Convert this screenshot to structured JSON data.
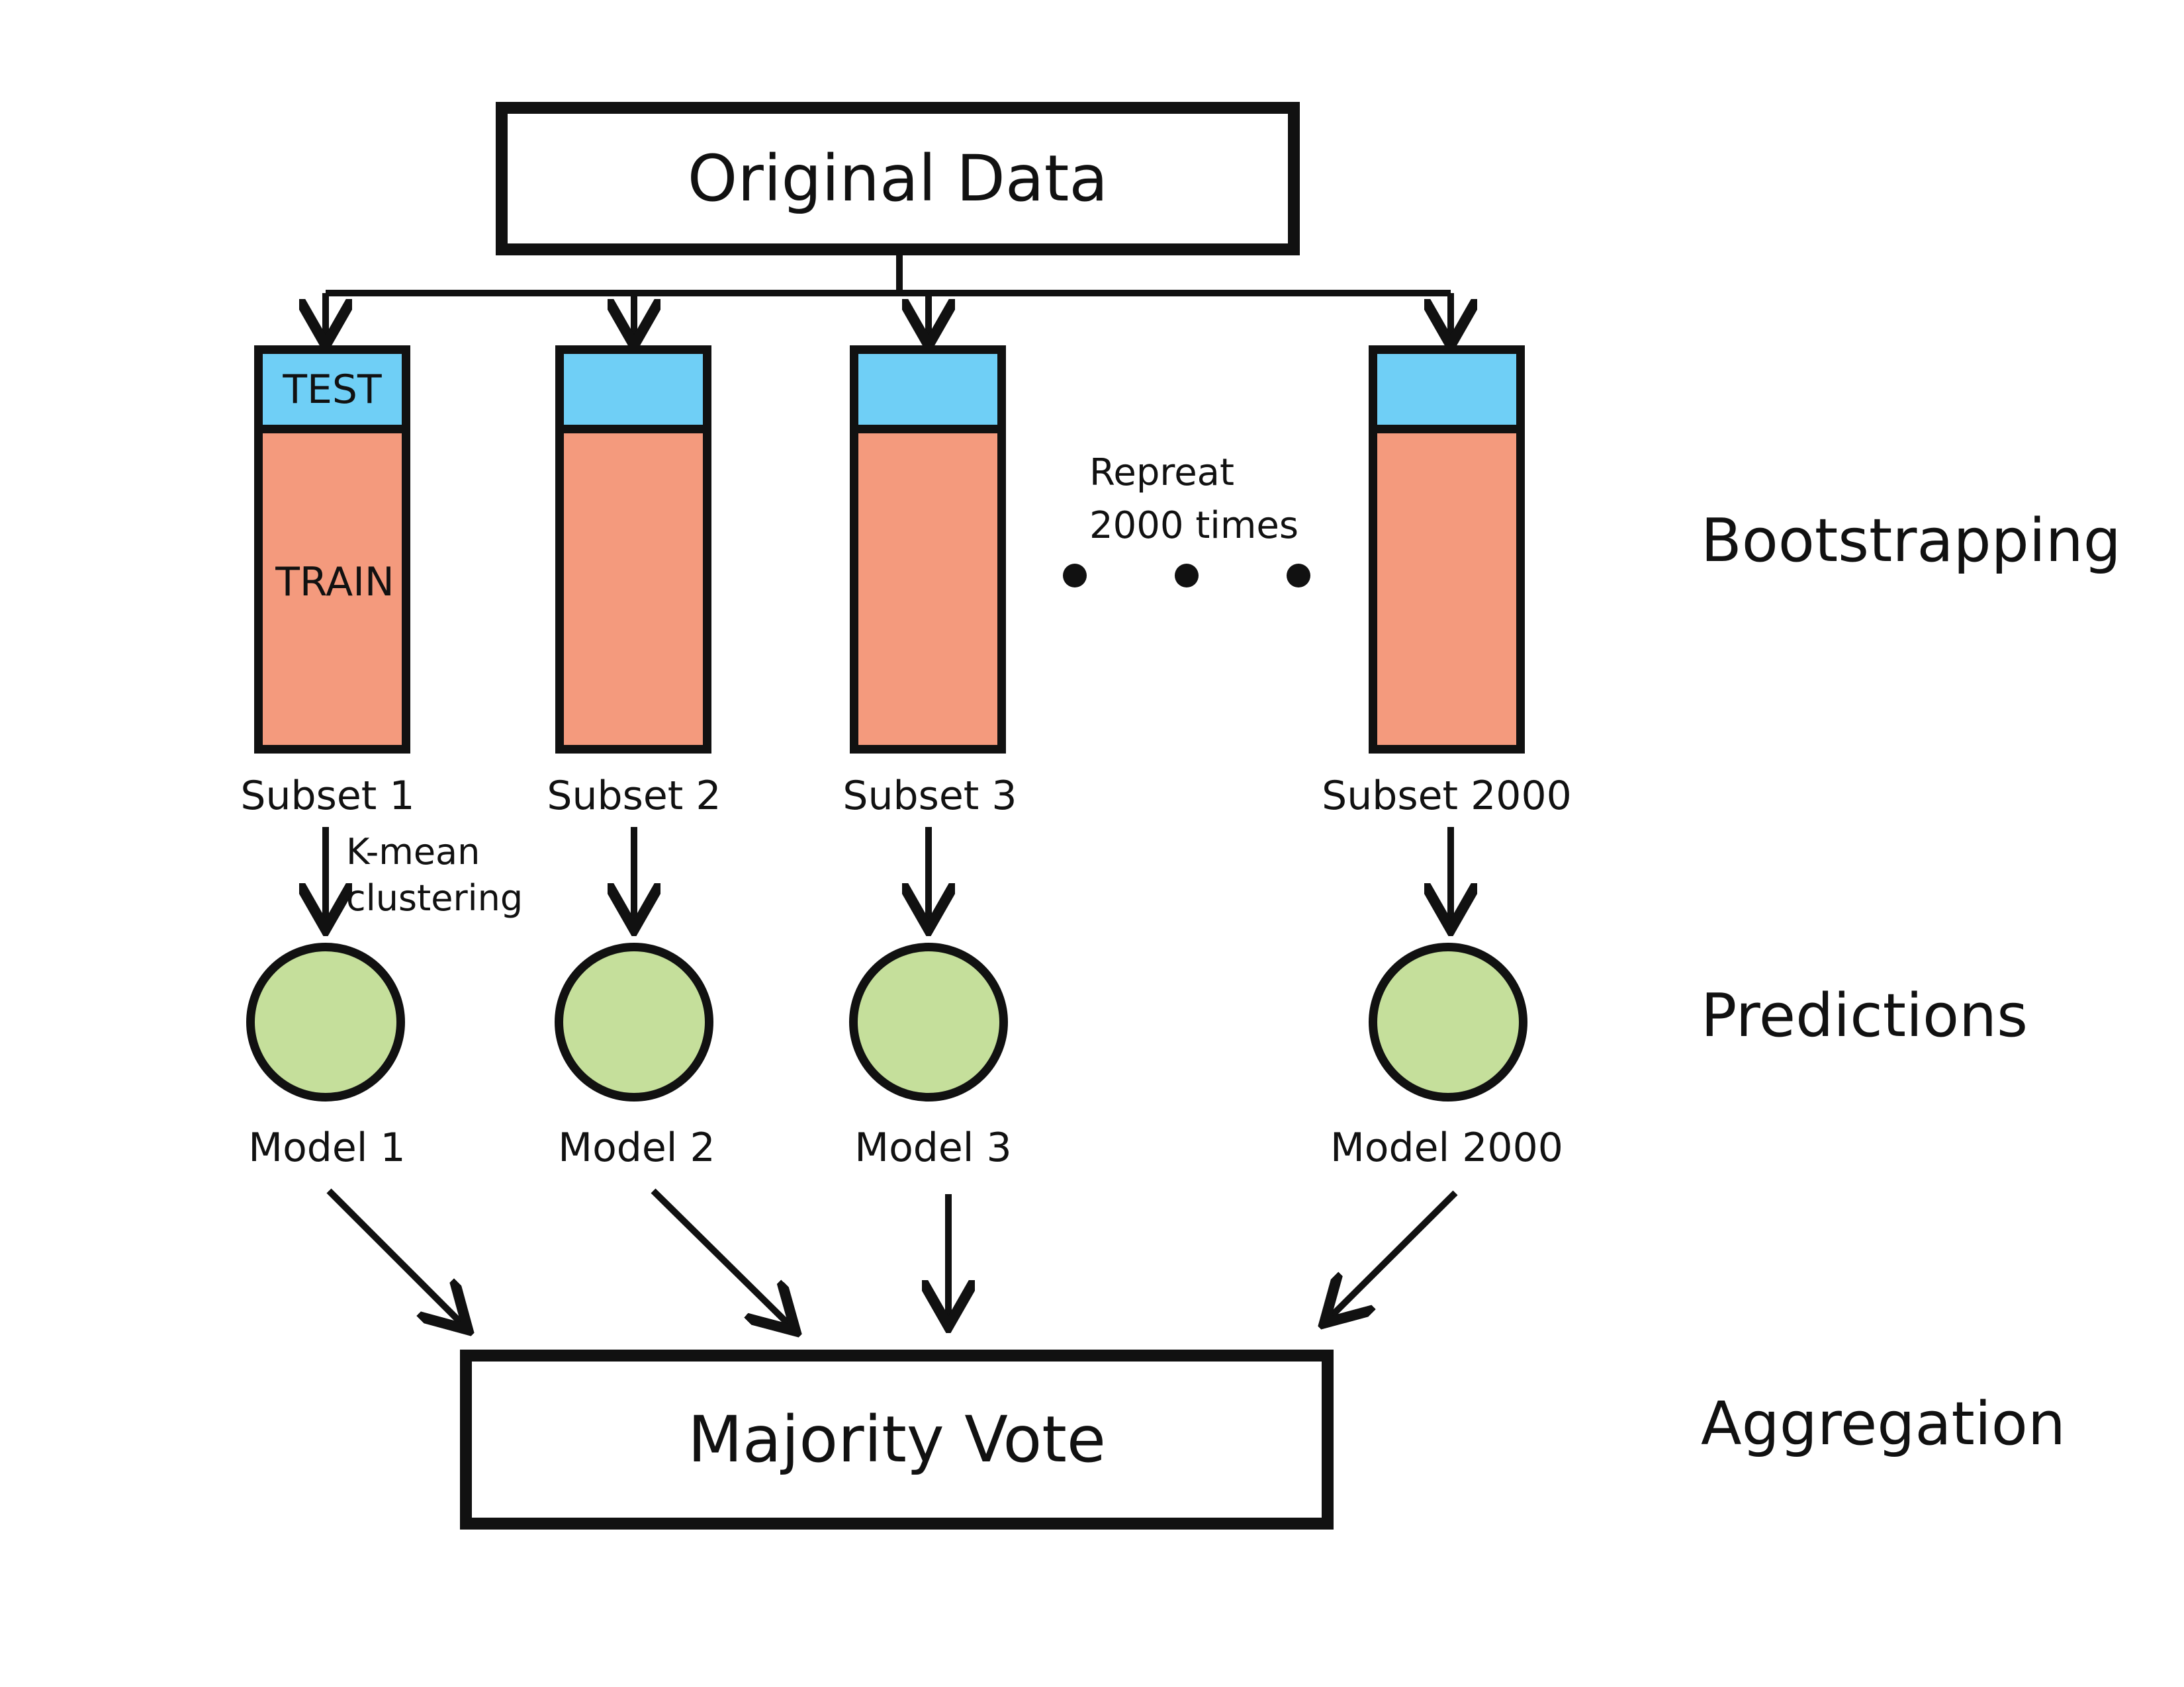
{
  "top_box": {
    "label": "Original Data"
  },
  "subsets": [
    {
      "label": "Subset 1",
      "test_label": "TEST",
      "train_label": "TRAIN",
      "model_label": "Model 1"
    },
    {
      "label": "Subset 2",
      "test_label": "",
      "train_label": "",
      "model_label": "Model 2"
    },
    {
      "label": "Subset 3",
      "test_label": "",
      "train_label": "",
      "model_label": "Model 3"
    },
    {
      "label": "Subset 2000",
      "test_label": "",
      "train_label": "",
      "model_label": "Model 2000"
    }
  ],
  "step_label": {
    "line1": "K-mean",
    "line2": "clustering"
  },
  "repeat_note": {
    "line1": "Repreat",
    "line2": "2000 times"
  },
  "stages": {
    "bootstrapping": "Bootstrapping",
    "predictions": "Predictions",
    "aggregation": "Aggregation"
  },
  "bottom_box": {
    "label": "Majority Vote"
  },
  "colors": {
    "test_fill": "#6fcff6",
    "train_fill": "#f49a7d",
    "model_fill": "#c5df9b",
    "stroke": "#111111"
  }
}
